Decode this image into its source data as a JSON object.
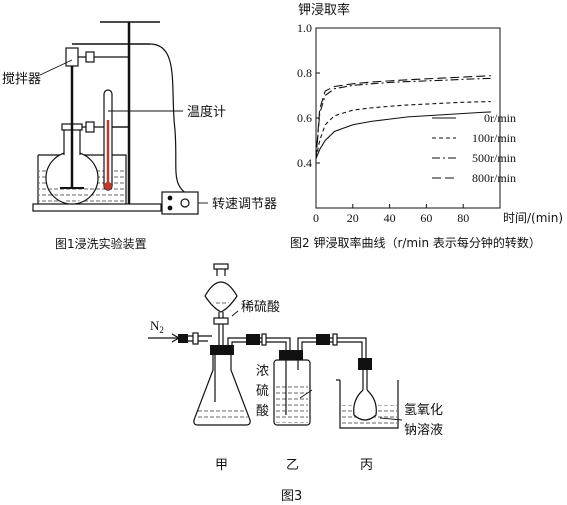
{
  "figure1": {
    "caption": "图1浸洗实验装置",
    "labels": {
      "stirrer": "搅拌器",
      "thermometer": "温度计",
      "speed_controller": "转速调节器"
    }
  },
  "figure2": {
    "caption": "图2 钾浸取率曲线（r/min 表示每分钟的转数）"
  },
  "figure3": {
    "caption": "图3",
    "labels": {
      "gas_in": "N",
      "gas_in_sub": "2",
      "funnel_liquid": "稀硫酸",
      "bottle_b_liquid_1": "浓",
      "bottle_b_liquid_2": "硫",
      "bottle_b_liquid_3": "酸",
      "bottle_c_liquid_1": "氢氧化",
      "bottle_c_liquid_2": "钠溶液"
    },
    "vessels": {
      "a": "甲",
      "b": "乙",
      "c": "丙"
    }
  },
  "chart_data": {
    "type": "line",
    "title": "",
    "ylabel": "钾浸取率",
    "xlabel": "时间/(min)",
    "xlim": [
      0,
      100
    ],
    "ylim": [
      0.2,
      1.0
    ],
    "x_ticks": [
      0,
      20,
      40,
      60,
      80
    ],
    "y_ticks": [
      0.2,
      0.4,
      0.6,
      0.8,
      1.0
    ],
    "y_tick_labels": [
      "",
      "0.4",
      "0.6",
      "0.8",
      "1.0"
    ],
    "series": [
      {
        "name": "0r/min",
        "style": "solid",
        "x": [
          0,
          2,
          5,
          10,
          20,
          30,
          40,
          50,
          60,
          70,
          80,
          90,
          95
        ],
        "y": [
          0.42,
          0.46,
          0.5,
          0.54,
          0.57,
          0.585,
          0.595,
          0.605,
          0.61,
          0.615,
          0.62,
          0.625,
          0.627
        ]
      },
      {
        "name": "100r/min",
        "style": "dashed",
        "x": [
          0,
          2,
          5,
          10,
          20,
          30,
          40,
          50,
          60,
          70,
          80,
          90,
          95
        ],
        "y": [
          0.42,
          0.5,
          0.57,
          0.61,
          0.635,
          0.645,
          0.652,
          0.658,
          0.662,
          0.666,
          0.67,
          0.672,
          0.673
        ]
      },
      {
        "name": "500r/min",
        "style": "dashdot",
        "x": [
          0,
          2,
          5,
          10,
          20,
          30,
          40,
          50,
          60,
          70,
          80,
          90,
          95
        ],
        "y": [
          0.42,
          0.62,
          0.7,
          0.73,
          0.745,
          0.752,
          0.758,
          0.762,
          0.765,
          0.768,
          0.772,
          0.775,
          0.776
        ]
      },
      {
        "name": "800r/min",
        "style": "longdash",
        "x": [
          0,
          2,
          5,
          10,
          20,
          30,
          40,
          50,
          60,
          70,
          80,
          90,
          95
        ],
        "y": [
          0.42,
          0.64,
          0.72,
          0.74,
          0.752,
          0.76,
          0.765,
          0.77,
          0.774,
          0.778,
          0.782,
          0.786,
          0.788
        ]
      }
    ]
  }
}
